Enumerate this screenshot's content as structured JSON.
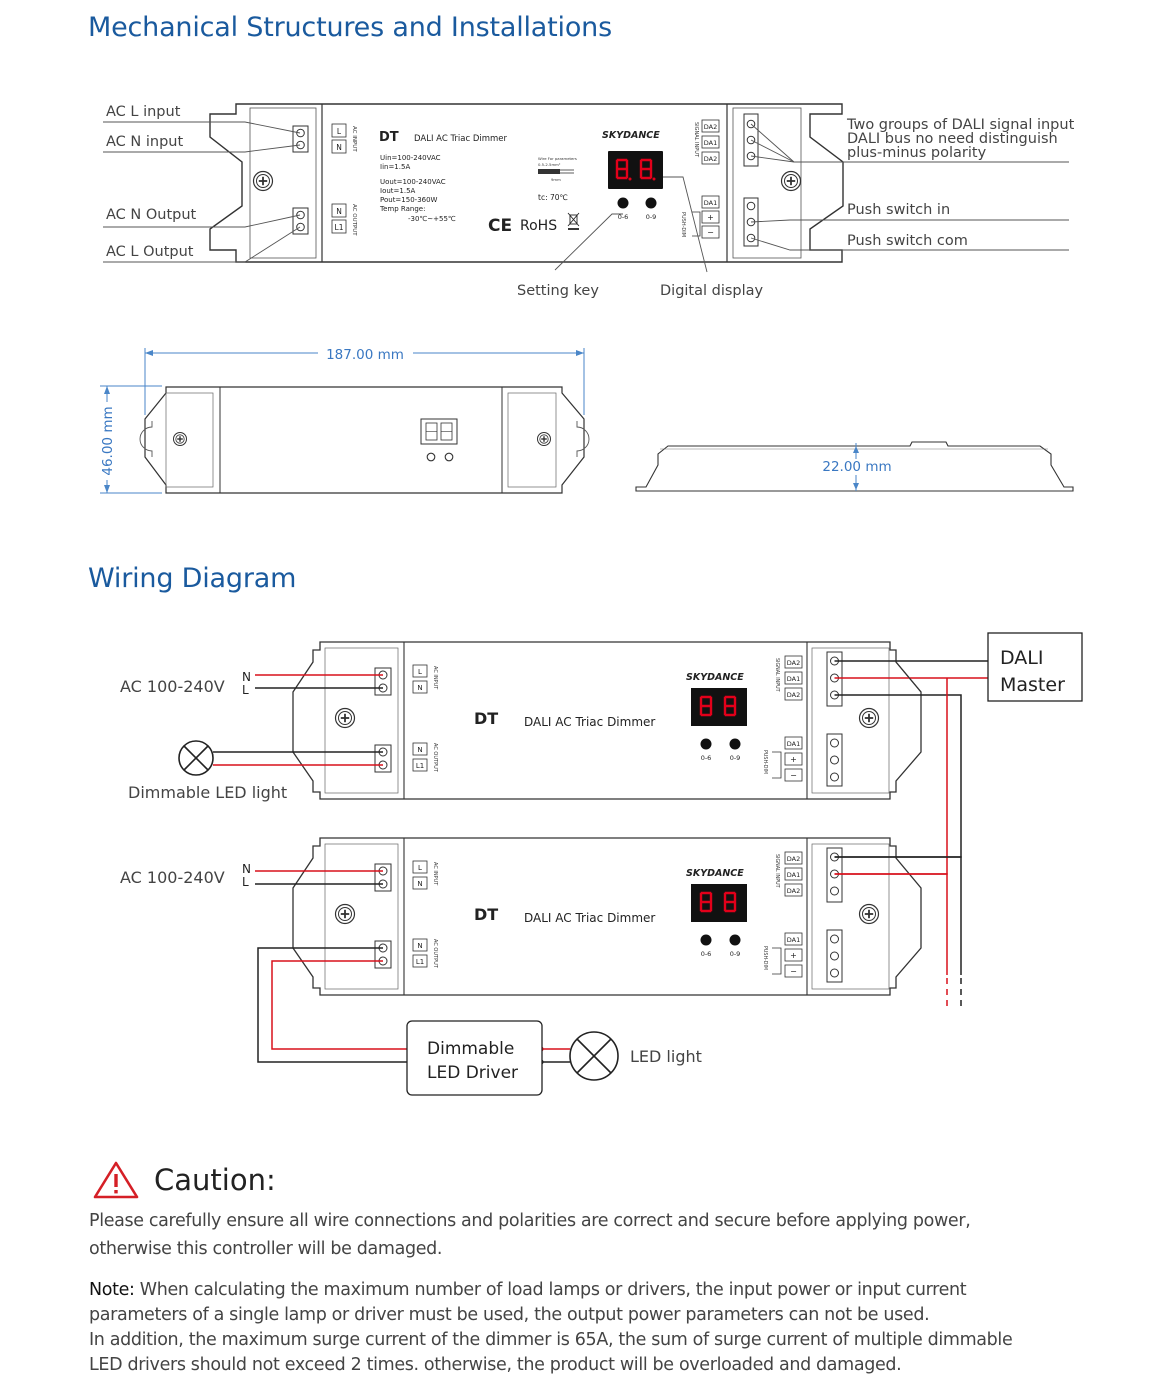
{
  "sections": {
    "mechanical_title": "Mechanical Structures and Installations",
    "wiring_title": "Wiring Diagram"
  },
  "device": {
    "model": "DT",
    "name": "DALI AC Triac Dimmer",
    "brand": "SKYDANCE",
    "terminal_in_l": "L",
    "terminal_in_n": "N",
    "terminal_out_n": "N",
    "terminal_out_l": "L1",
    "side_label_in": "AC INPUT",
    "side_label_out": "AC OUTPUT",
    "dali_da2": "DA2",
    "dali_da1": "DA1",
    "dali_da2b": "DA2",
    "push_da1": "DA1",
    "push_plus": "+",
    "push_minus": "−",
    "signal_input_label": "SIGNAL INPUT",
    "push_dim_label": "PUSH-DIM",
    "display_digits": "8.8.",
    "key_left": "0-6",
    "key_right": "0-9",
    "spec_uin": "Uin=100-240VAC",
    "spec_iin": "Iin=1.5A",
    "spec_uout": "Uout=100-240VAC",
    "spec_iout": "Iout=1.5A",
    "spec_pout": "Pout=150-360W",
    "spec_temp_label": "Temp Range:",
    "spec_temp": "-30℃~+55℃",
    "tc": "tc: 70℃",
    "wire_note_1": "Wire For parameters",
    "wire_note_2": "0.5-2.5mm²",
    "wire_note_3": "9mm",
    "cert_ce": "CE",
    "cert_rohs": "RoHS"
  },
  "mechanical_callouts": {
    "ac_l_input": "AC L input",
    "ac_n_input": "AC N input",
    "ac_n_output": "AC N Output",
    "ac_l_output": "AC L Output",
    "dali_note_line1": "Two groups of DALI signal input",
    "dali_note_line2": "DALI bus no need distinguish",
    "dali_note_line3": "plus-minus polarity",
    "push_switch_in": "Push switch in",
    "push_switch_com": "Push switch com",
    "setting_key": "Setting key",
    "digital_display": "Digital display"
  },
  "dimensions": {
    "length": "187.00 mm",
    "width": "46.00 mm",
    "height": "22.00 mm"
  },
  "wiring": {
    "ac_label_1": "AC 100-240V",
    "ac_label_2": "AC 100-240V",
    "n": "N",
    "l": "L",
    "dimmable_led_light": "Dimmable LED light",
    "dali_master_line1": "DALI",
    "dali_master_line2": "Master",
    "driver_line1": "Dimmable",
    "driver_line2": "LED Driver",
    "led_light": "LED light"
  },
  "caution": {
    "title": "Caution:",
    "line1": "Please carefully ensure all wire connections and polarities are correct and secure before applying power,",
    "line2": "otherwise this controller will be damaged.",
    "note_label": "Note:",
    "note_line1": " When calculating the maximum number of load lamps or drivers, the input power or input current",
    "note_line2": "parameters of a single lamp or driver must be used, the output power parameters can not be used.",
    "note_line3": "In addition, the maximum surge current of the dimmer is 65A, the sum of surge current of multiple dimmable",
    "note_line4": "LED drivers should not exceed 2 times. otherwise, the product will be overloaded and damaged."
  },
  "colors": {
    "title_blue": "#1a5a9e",
    "dimension_blue": "#4a86c8",
    "wire_red": "#d8111c",
    "display_red": "#e2001a",
    "caution_red": "#d51f26"
  }
}
